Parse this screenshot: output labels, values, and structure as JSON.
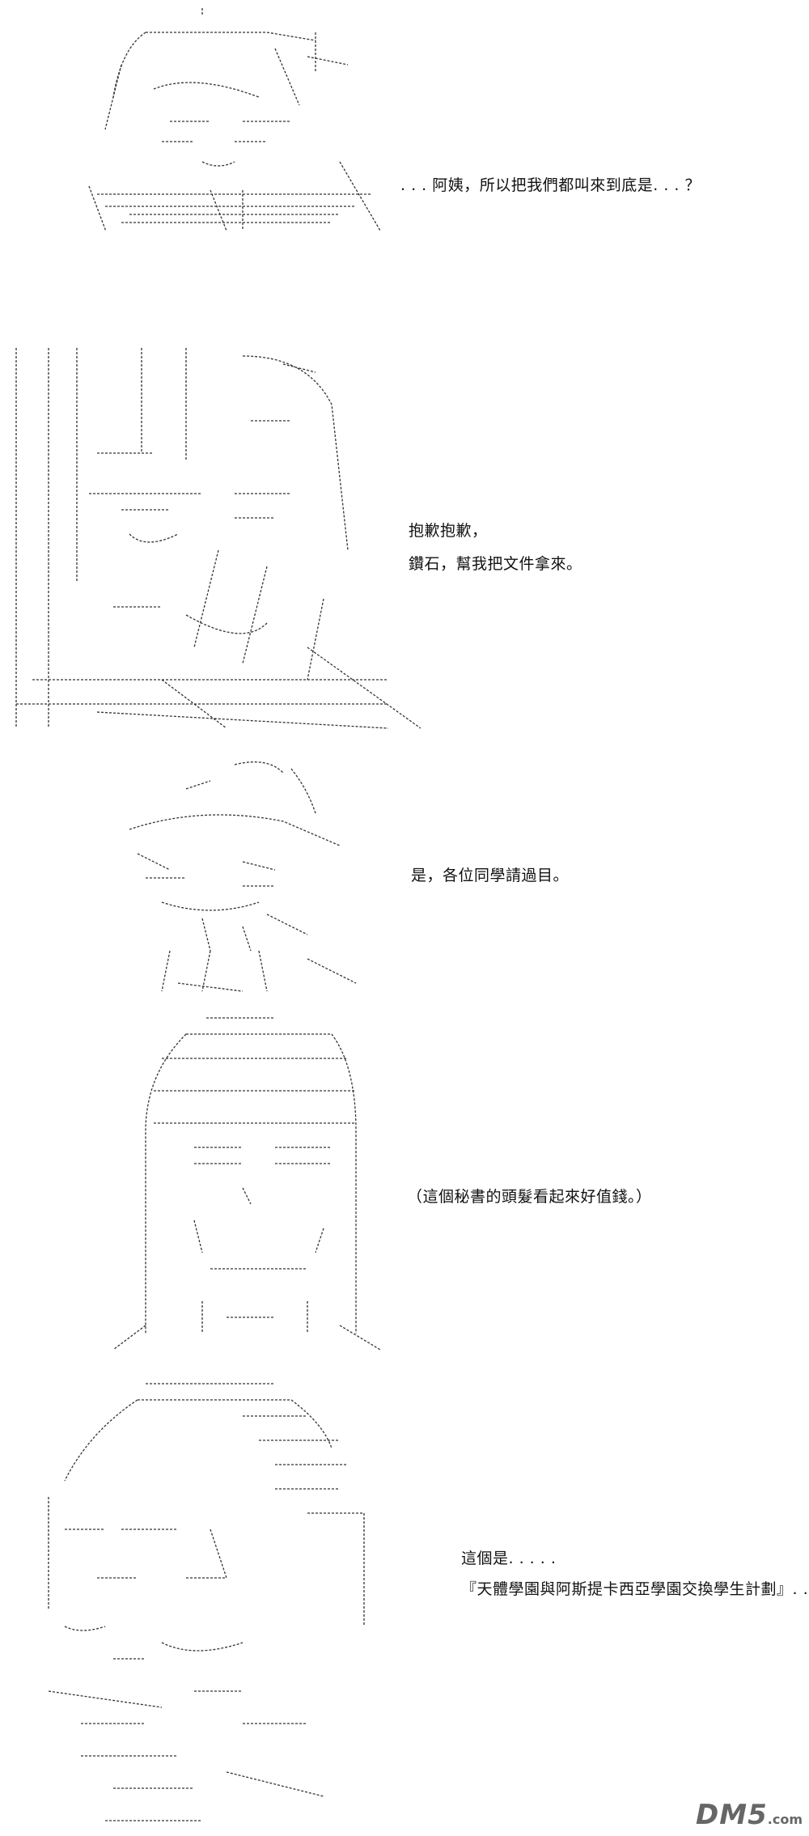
{
  "panels": [
    {
      "lines": [
        ". . . 阿姨，所以把我們都叫來到底是. . . ？"
      ]
    },
    {
      "lines": [
        "抱歉抱歉，",
        "鑽石，幫我把文件拿來。"
      ]
    },
    {
      "lines": [
        "是，各位同學請過目。"
      ]
    },
    {
      "lines": [
        "（這個秘書的頭髮看起來好值錢。）"
      ]
    },
    {
      "lines": [
        "這個是. . . . .",
        "『天體學園與阿斯提卡西亞學園交換學生計劃』. . . ？"
      ]
    }
  ],
  "watermark": {
    "main": "DM5",
    "sub": ".com"
  }
}
